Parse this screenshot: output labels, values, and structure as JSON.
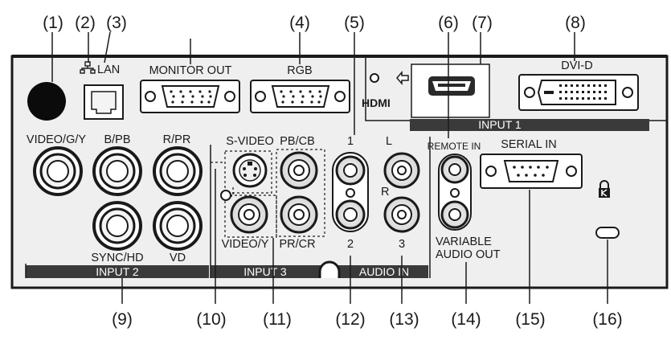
{
  "callouts": [
    "(1)",
    "(2)",
    "(3)",
    "(4)",
    "(5)",
    "(6)",
    "(7)",
    "(8)",
    "(9)",
    "(10)",
    "(11)",
    "(12)",
    "(13)",
    "(14)",
    "(15)",
    "(16)"
  ],
  "labels": {
    "lan": "LAN",
    "monitor_out": "MONITOR OUT",
    "rgb": "RGB",
    "dvi_d": "DVI-D",
    "hdmi": "HDMI",
    "video_g_y": "VIDEO/G/Y",
    "b_pb": "B/PB",
    "r_pr": "R/PR",
    "sync_hd": "SYNC/HD",
    "vd": "VD",
    "s_video": "S-VIDEO",
    "pb_cb": "PB/CB",
    "video_y": "VIDEO/Y",
    "pr_cr": "PR/CR",
    "audio_1": "1",
    "audio_2": "2",
    "audio_3": "3",
    "audio_l": "L",
    "audio_r": "R",
    "remote_in": "REMOTE IN",
    "serial_in": "SERIAL IN",
    "variable_audio_out_1": "VARIABLE",
    "variable_audio_out_2": "AUDIO OUT"
  },
  "bars": {
    "input1": "INPUT 1",
    "input2": "INPUT 2",
    "input3": "INPUT 3",
    "audio_in": "AUDIO IN"
  },
  "icons": {
    "lan": "network-icon",
    "lock": "kensington-lock-icon",
    "hdmi_release": "arrow-icon"
  },
  "colors": {
    "panel": "#efefef",
    "ink": "#1a1a1a",
    "bar": "#3a3a3a"
  }
}
